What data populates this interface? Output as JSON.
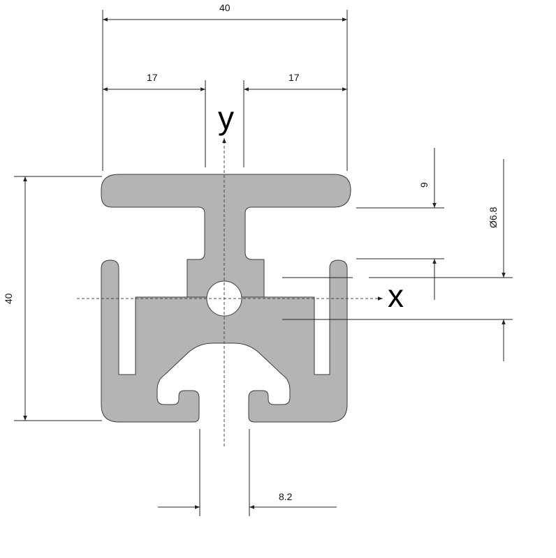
{
  "dimensions": {
    "overall_width": "40",
    "left_flange_width": "17",
    "right_flange_width": "17",
    "overall_height": "40",
    "flange_thickness": "9",
    "bore_diameter": "Ø6.8",
    "slot_width": "8.2"
  },
  "axes": {
    "x_label": "x",
    "y_label": "y"
  },
  "colors": {
    "profile_fill": "#b4b4b4",
    "profile_stroke": "#3a3a3a",
    "dimension_line": "#222222"
  }
}
